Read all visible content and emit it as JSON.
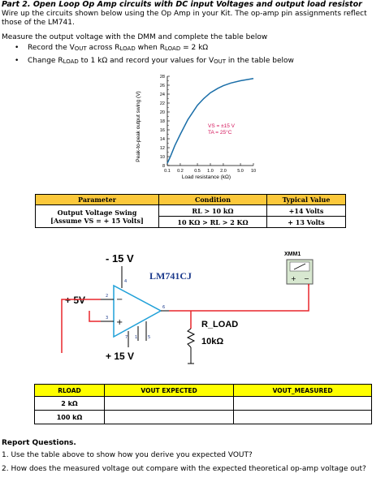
{
  "header": "Part 2.  Open Loop Op Amp circuits with DC input Voltages and output load resistor",
  "intro": "Wire up the circuits shown below using the Op Amp in your Kit.  The op-amp pin assignments reflect those of the LM741.",
  "measure": "Measure the output voltage with the DMM and complete the table below",
  "bullets": [
    {
      "pre": "Record the V",
      "s1": "OUT",
      "mid": " across R",
      "s2": "LOAD",
      "post": " when R",
      "s3": "LOAD",
      "end": " = 2 kΩ"
    },
    {
      "pre": "Change  R",
      "s1": "LOAD",
      "mid": " to 1 kΩ and record your values for V",
      "s2": "OUT",
      "post": "  in the table below",
      "s3": "",
      "end": ""
    }
  ],
  "chart_data": {
    "type": "line",
    "ylabel": "Peak-to-peak output swing (V)",
    "xlabel": "Load resistance (kΩ)",
    "x_ticks": [
      "0.1",
      "0.2",
      "0.5",
      "1.0",
      "2.0",
      "5.0",
      "10"
    ],
    "y_ticks": [
      "8",
      "10",
      "12",
      "14",
      "16",
      "18",
      "20",
      "22",
      "24",
      "26",
      "28"
    ],
    "x_scale": "log",
    "xlim": [
      0.1,
      10
    ],
    "ylim": [
      8,
      28
    ],
    "annotation1": "VS = ±15 V",
    "annotation2": "TA = 25°C",
    "annotation_color": "#d4145a",
    "line_color": "#1a6ea8",
    "series": [
      {
        "x": [
          0.1,
          0.12,
          0.15,
          0.2,
          0.3,
          0.5,
          0.7,
          1.0,
          1.5,
          2.0,
          3.0,
          5.0,
          10.0
        ],
        "y": [
          8.5,
          10.2,
          12.5,
          15.0,
          18.3,
          21.5,
          23.0,
          24.3,
          25.3,
          25.9,
          26.5,
          27.0,
          27.5
        ]
      }
    ]
  },
  "table1": {
    "headers": [
      "Parameter",
      "Condition",
      "Typical Value"
    ],
    "param_line1": "Output Voltage Swing",
    "param_line2": "[Assume  VS = + 15 Volts]",
    "conditions": [
      "RL > 10 kΩ",
      "10 KΩ > RL > 2 KΩ"
    ],
    "values": [
      "+14 Volts",
      "+ 13 Volts"
    ],
    "header_bg": "#fbc83b"
  },
  "circuit": {
    "neg_supply": "- 15 V",
    "pos_supply": "+ 15 V",
    "part": "LM741CJ",
    "input": "+ 5V",
    "load_name": "R_LOAD",
    "load_value": "10kΩ",
    "meter": "XMM1",
    "pins": [
      "4",
      "2",
      "3",
      "7",
      "1",
      "5",
      "6"
    ],
    "wire_color": "#e8262b",
    "part_color": "#1b3a8c",
    "opamp_color": "#1fa0d8"
  },
  "table2": {
    "headers": [
      "RLOAD",
      "VOUT EXPECTED",
      "VOUT_MEASURED"
    ],
    "rows": [
      "2 kΩ",
      "100 kΩ"
    ],
    "header_bg": "#ffff00"
  },
  "report": {
    "title": "Report Questions.",
    "q1": "1. Use the table above to show how you derive you expected VOUT?",
    "q2": "2. How does the measured voltage out compare with the expected theoretical op-amp voltage out?"
  }
}
